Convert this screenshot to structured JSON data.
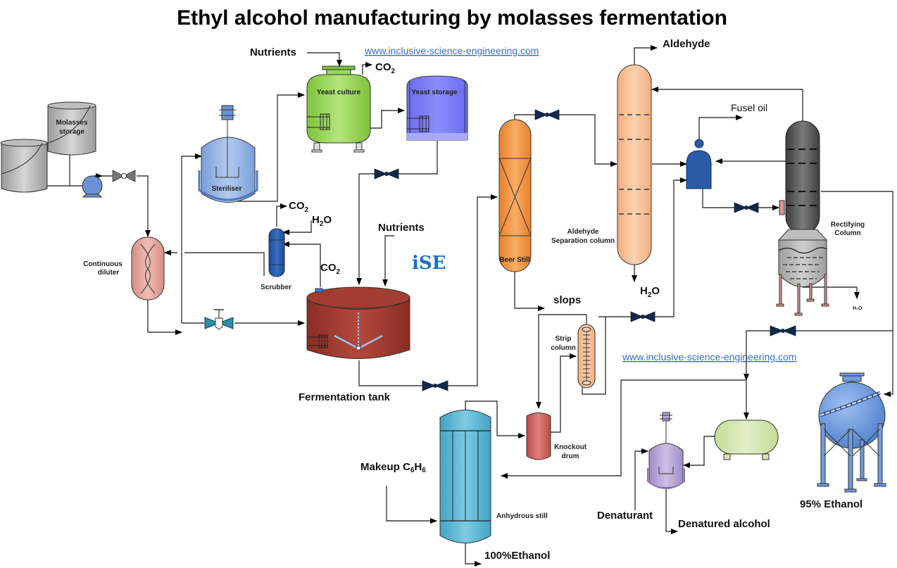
{
  "title": "Ethyl alcohol manufacturing by molasses fermentation",
  "watermark": {
    "url_top": "www.inclusive-science-engineering.com",
    "url_bottom": "www.inclusive-science-engineering.com",
    "logo": "iSE"
  },
  "equipment": {
    "molasses_storage": "Molasses storage",
    "molasses_storage_line1": "Molasses",
    "molasses_storage_line2": "storage",
    "steriliser": "Steriliser",
    "yeast_culture": "Yeast culture",
    "yeast_storage": "Yeast storage",
    "continuous_diluter_line1": "Continuous",
    "continuous_diluter_line2": "diluter",
    "scrubber": "Scrubber",
    "fermentation_tank": "Fermentation tank",
    "beer_still": "Beer Still",
    "aldehyde_column_line1": "Aldehyde",
    "aldehyde_column_line2": "Separation column",
    "rectifying_column_line1": "Rectifying",
    "rectifying_column_line2": "Column",
    "strip_column_line1": "Strip",
    "strip_column_line2": "column",
    "knockout_drum_line1": "Knockout",
    "knockout_drum_line2": "drum",
    "anhydrous_still": "Anhydrous still"
  },
  "streams": {
    "nutrients_yeast": "Nutrients",
    "nutrients_ferm": "Nutrients",
    "co2_yeast": "CO",
    "co2_scrubber_out": "CO",
    "co2_ferm": "CO",
    "co2_sub": "2",
    "h2o_scrubber": "H",
    "h2o_sub": "2",
    "h2o_o": "O",
    "h2o_aldehyde": "H",
    "h2o_rectifier": "H₂O",
    "aldehyde": "Aldehyde",
    "fusel_oil": "Fusel oil",
    "slops": "slops",
    "makeup_c6h6_prefix": "Makeup C",
    "makeup_c6h6_sub1": "6",
    "makeup_c6h6_h": "H",
    "makeup_c6h6_sub2": "6",
    "ethanol_100": "100%Ethanol",
    "ethanol_95": "95% Ethanol",
    "denaturant": "Denaturant",
    "denatured_alcohol": "Denatured alcohol"
  },
  "colors": {
    "molasses": "#a9a9a9",
    "steriliser": "#8fb0e0",
    "yeast_culture": "#9ad65a",
    "yeast_storage": "#7f7ff5",
    "diluter": "#e3a49d",
    "scrubber": "#2f5fae",
    "fermentation": "#9e3a30",
    "beer_still": "#f0913a",
    "aldehyde_column": "#f7bf92",
    "rectifier": "#555555",
    "anhydrous": "#5ab4d0",
    "knockout": "#c9605a",
    "denaturing_reactor": "#b8a6d6",
    "green_tank": "#d6e6b0",
    "sphere_tank": "#6f9be0",
    "valve": "#13294b"
  }
}
